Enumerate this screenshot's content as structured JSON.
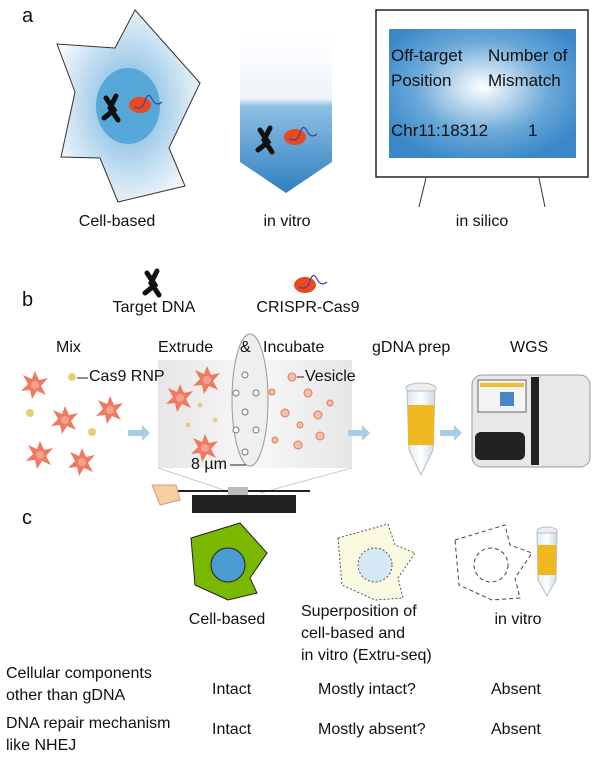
{
  "panel_a": {
    "label": "a",
    "cell_based": "Cell-based",
    "in_vitro": "in vitro",
    "in_silico": "in silico",
    "screen": {
      "col1_header": [
        "Off-target",
        "Position"
      ],
      "col2_header": [
        "Number of",
        "Mismatch"
      ],
      "row_position": "Chr11:18312",
      "row_mismatch": "1"
    },
    "legend": {
      "target_dna": "Target  DNA",
      "crispr": "CRISPR-Cas9"
    }
  },
  "panel_b": {
    "label": "b",
    "steps": [
      "Mix",
      "Extrude",
      "&",
      "Incubate",
      "gDNA prep",
      "WGS"
    ],
    "cas9_rnp": "Cas9 RNP",
    "vesicle": "Vesicle",
    "pore": "8 µm"
  },
  "panel_c": {
    "label": "c",
    "columns": [
      "Cell-based",
      "Superposition of",
      "cell-based and",
      "in vitro (Extru-seq)",
      "in vitro"
    ],
    "rows": [
      {
        "label": [
          "Cellular components",
          "other than gDNA"
        ],
        "values": [
          "Intact",
          "Mostly intact?",
          "Absent"
        ]
      },
      {
        "label": [
          "DNA repair mechanism",
          "like NHEJ"
        ],
        "values": [
          "Intact",
          "Mostly absent?",
          "Absent"
        ]
      }
    ]
  },
  "colors": {
    "cas9": "#e8491d",
    "cell_green": "#7ab800",
    "nucleus_blue": "#4a9bd0",
    "screen_blue": "#3a88c8",
    "cell_pink": "#ef7a62",
    "tube_yellow": "#f0b820"
  }
}
